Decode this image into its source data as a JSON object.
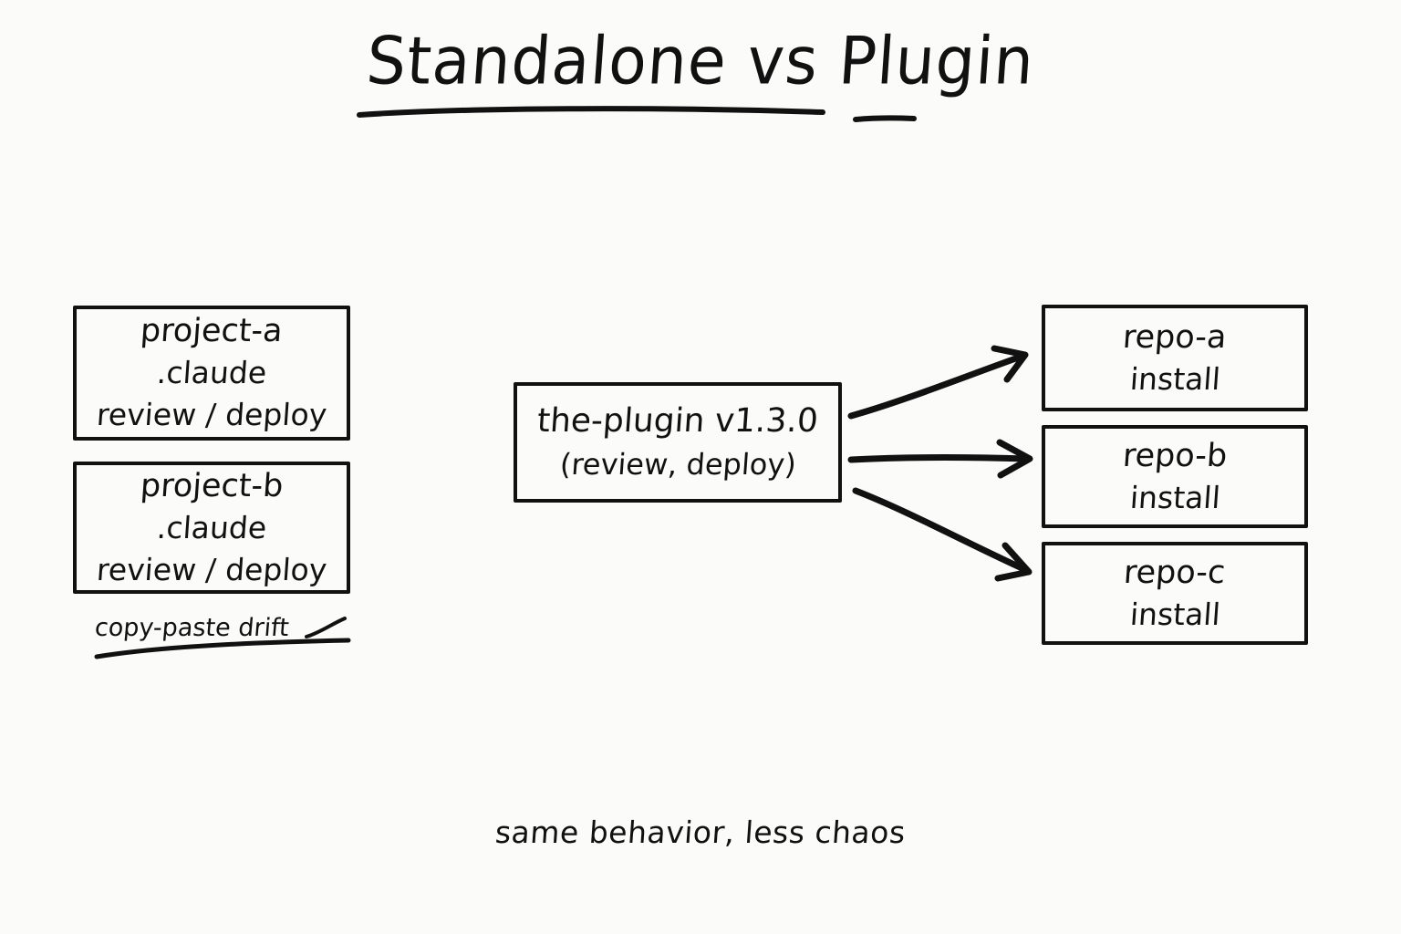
{
  "title": {
    "text": "Standalone vs Plugin"
  },
  "standalone": {
    "projects": [
      {
        "name": "project-a",
        "config": ".claude",
        "commands": "review / deploy"
      },
      {
        "name": "project-b",
        "config": ".claude",
        "commands": "review / deploy"
      }
    ],
    "annotation": "copy-paste drift"
  },
  "plugin": {
    "name": "the-plugin v1.3.0",
    "capabilities": "(review, deploy)"
  },
  "repos": [
    {
      "name": "repo-a",
      "action": "install"
    },
    {
      "name": "repo-b",
      "action": "install"
    },
    {
      "name": "repo-c",
      "action": "install"
    }
  ],
  "caption": {
    "text": "same behavior, less chaos"
  },
  "colors": {
    "ink": "#111111",
    "background": "#fbfbfa"
  }
}
